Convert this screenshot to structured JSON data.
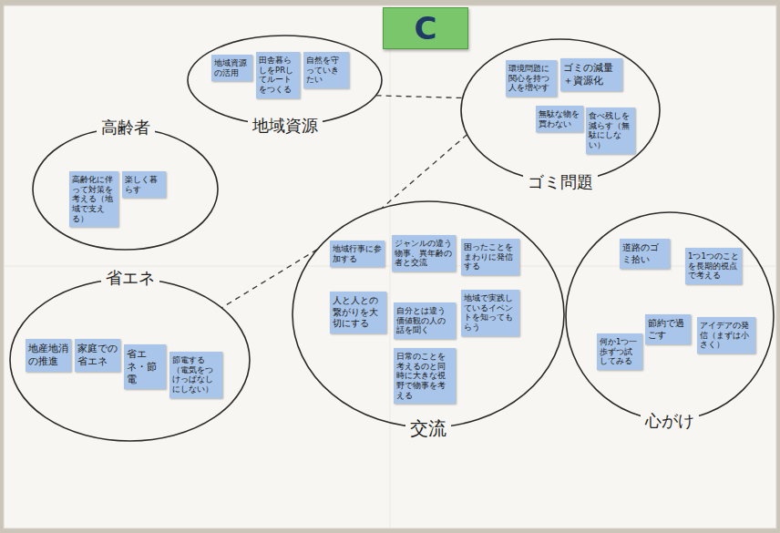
{
  "diagram": {
    "nodes": [
      {
        "text": [
          "C"
        ]
      },
      {
        "text": [
          "地域資源"
        ]
      },
      {
        "text": [
          "地域資源の活用"
        ],
        "in": 1
      },
      {
        "text": [
          "田舎暮らしをPRしてルートをつくる"
        ],
        "in": 1
      },
      {
        "text": [
          "自然を守っていきたい"
        ],
        "in": 1
      },
      {
        "text": [
          "ゴミ問題"
        ]
      },
      {
        "text": [
          "環境問題に関心を持つ人を増やす"
        ],
        "in": 5
      },
      {
        "text": [
          "ゴミの減量＋資源化"
        ],
        "in": 5
      },
      {
        "text": [
          "無駄な物を買わない"
        ],
        "in": 5
      },
      {
        "text": [
          "食べ残しを減らす（無駄にしない）"
        ],
        "in": 5
      },
      {
        "text": [
          "高齢者"
        ]
      },
      {
        "text": [
          "高齢化に伴って対策を考える（地域で支える）"
        ],
        "in": 10
      },
      {
        "text": [
          "楽しく暮らす"
        ],
        "in": 10
      },
      {
        "text": [
          "交流"
        ]
      },
      {
        "text": [
          "地域行事に参加する"
        ],
        "in": 13
      },
      {
        "text": [
          "ジャンルの違う物事、異年齢の者と交流"
        ],
        "in": 13
      },
      {
        "text": [
          "困ったことをまわりに発信する"
        ],
        "in": 13
      },
      {
        "text": [
          "人と人との繋がりを大切にする"
        ],
        "in": 13
      },
      {
        "text": [
          "自分とは違う価値観の人の話を聞く"
        ],
        "in": 13
      },
      {
        "text": [
          "地域で実践しているイベントを知ってもらう"
        ],
        "in": 13
      },
      {
        "text": [
          "日常のことを考えるのと同時に大きな視野で物事を考える"
        ],
        "in": 13
      },
      {
        "text": [
          "心がけ"
        ]
      },
      {
        "text": [
          "道路のゴミ拾い"
        ],
        "in": 21
      },
      {
        "text": [
          "1つ1つのことを長期的視点で考える"
        ],
        "in": 21
      },
      {
        "text": [
          "節約で過ごす"
        ],
        "in": 21
      },
      {
        "text": [
          "何か1つ一歩ずつ試してみる"
        ],
        "in": 21
      },
      {
        "text": [
          "アイデアの発信（まずは小さく）"
        ],
        "in": 21
      },
      {
        "text": [
          "省エネ"
        ]
      },
      {
        "text": [
          "地産地消の推進"
        ],
        "in": 27
      },
      {
        "text": [
          "家庭での省エネ"
        ],
        "in": 27
      },
      {
        "text": [
          "省エネ・節電"
        ],
        "in": 27
      },
      {
        "text": [
          "節電する（電気をつけっぱなしにしない）"
        ],
        "in": 27
      }
    ],
    "edges": [
      {
        "from": 1,
        "to": 5,
        "arrow": "none"
      },
      {
        "from": 5,
        "to": 13,
        "arrow": "none"
      },
      {
        "from": 13,
        "to": 27,
        "arrow": "none"
      }
    ]
  }
}
